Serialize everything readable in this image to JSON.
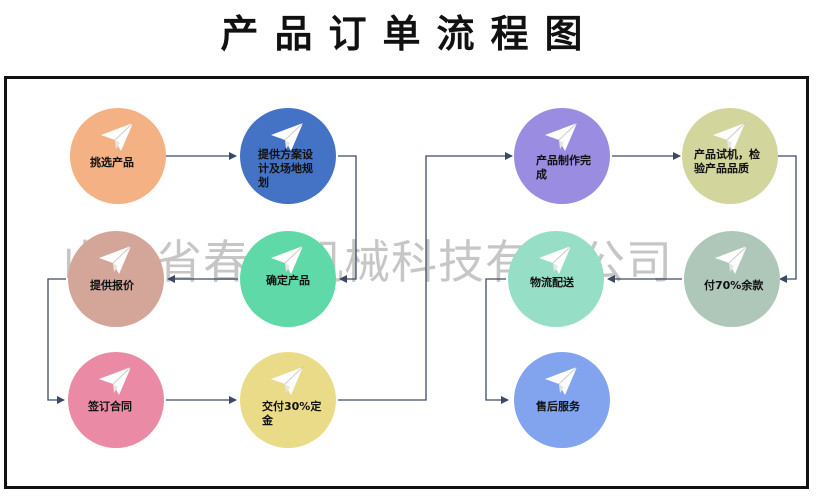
{
  "title": "产品订单流程图",
  "watermark": "山东省春华机械科技有限公司",
  "colors": {
    "arrow": "#3a4a66",
    "frame": "#111111"
  },
  "nodes": [
    {
      "id": "n1",
      "label": "挑选产品",
      "color": "#f4b183",
      "icon": "paper-plane-icon"
    },
    {
      "id": "n2",
      "label": "提供方案设\n计及场地规\n划",
      "color": "#4472c4",
      "icon": "paper-plane-icon"
    },
    {
      "id": "n3",
      "label": "确定产品",
      "color": "#5fd9a8",
      "icon": "paper-plane-icon"
    },
    {
      "id": "n4",
      "label": "提供报价",
      "color": "#d4a69a",
      "icon": "paper-plane-icon"
    },
    {
      "id": "n5",
      "label": "签订合同",
      "color": "#ea8aa5",
      "icon": "paper-plane-icon"
    },
    {
      "id": "n6",
      "label": "交付30%定\n金",
      "color": "#eadb88",
      "icon": "paper-plane-icon"
    },
    {
      "id": "n7",
      "label": "产品制作完\n成",
      "color": "#9a8ce0",
      "icon": "paper-plane-icon"
    },
    {
      "id": "n8",
      "label": "产品试机，检\n验产品品质",
      "color": "#d2d59c",
      "icon": "paper-plane-icon"
    },
    {
      "id": "n9",
      "label": "付70%余款",
      "color": "#aec7b9",
      "icon": "paper-plane-icon"
    },
    {
      "id": "n10",
      "label": "物流配送",
      "color": "#96dfc6",
      "icon": "paper-plane-icon"
    },
    {
      "id": "n11",
      "label": "售后服务",
      "color": "#82a4ef",
      "icon": "paper-plane-icon"
    }
  ]
}
